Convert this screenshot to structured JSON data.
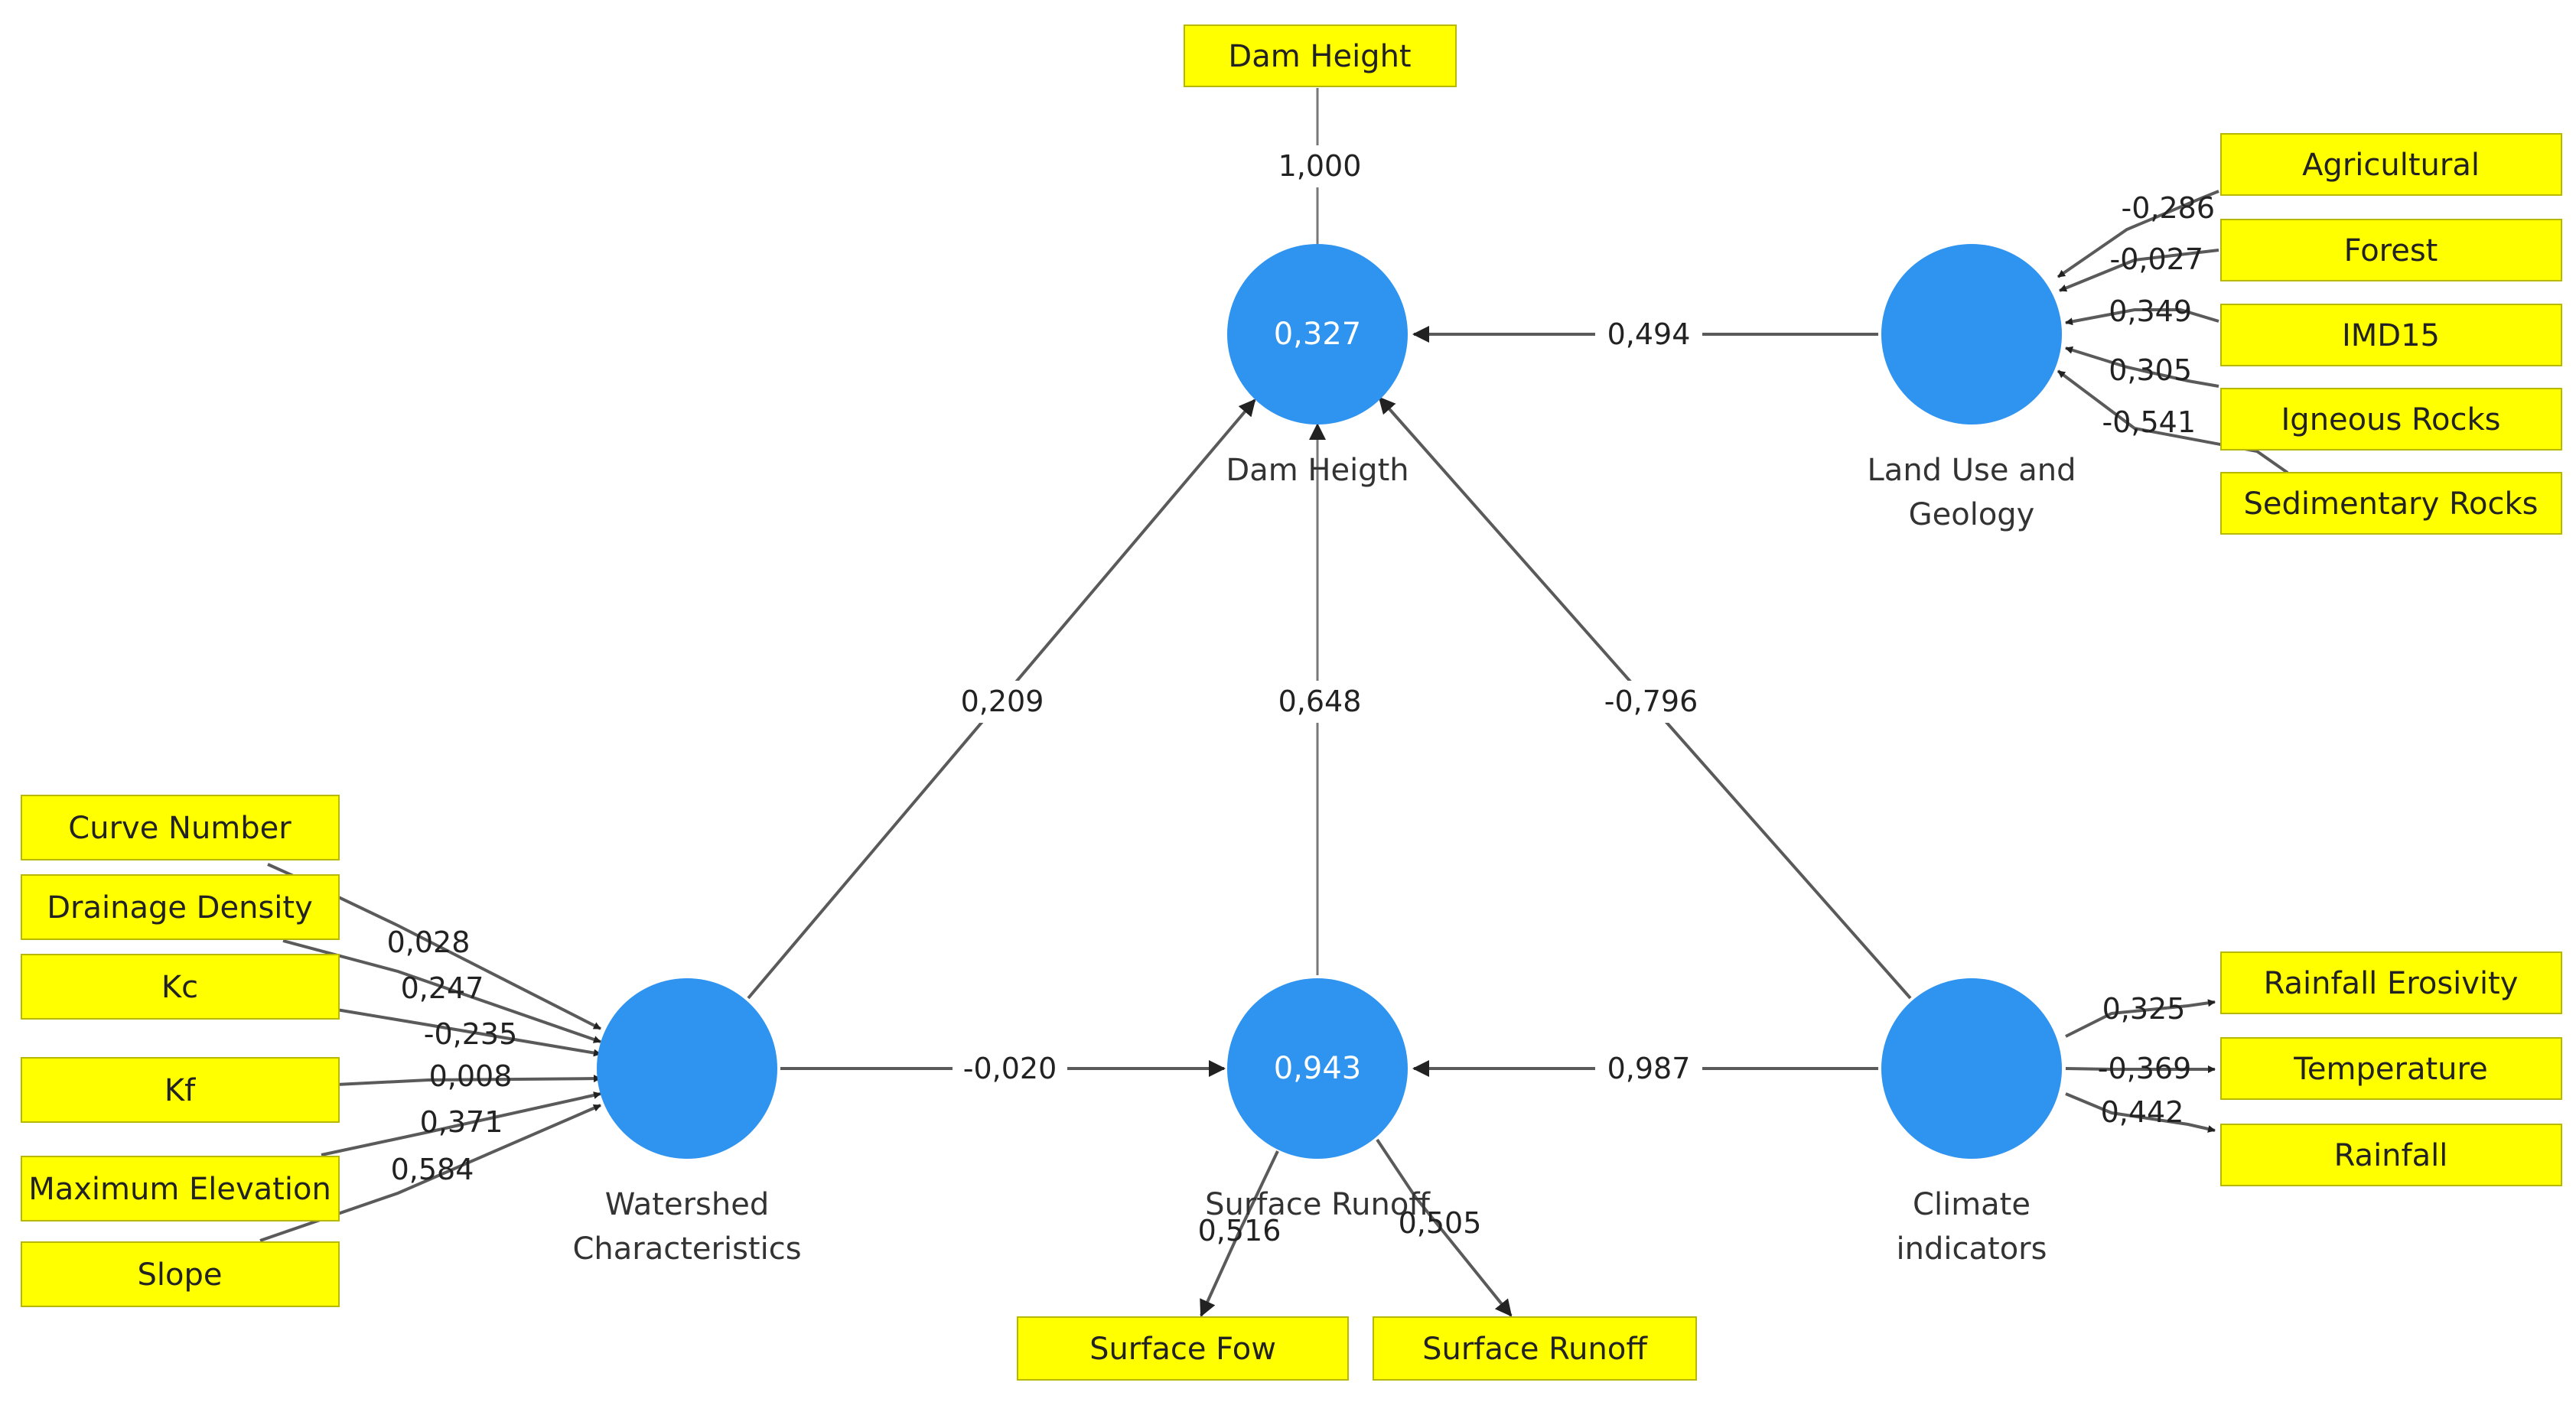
{
  "colors": {
    "node": "#2f93f0",
    "indicator": "#ffff00",
    "edge": "#5a5a5a"
  },
  "latent": {
    "dam": {
      "value": "0,327",
      "label": [
        "Dam Heigth"
      ]
    },
    "land": {
      "value": "",
      "label": [
        "Land Use and",
        "Geology"
      ]
    },
    "water": {
      "value": "",
      "label": [
        "Watershed",
        "Characteristics"
      ]
    },
    "surf": {
      "value": "0,943",
      "label": [
        "Surface Runoff"
      ]
    },
    "clim": {
      "value": "",
      "label": [
        "Climate",
        "indicators"
      ]
    }
  },
  "indicators": {
    "dam_height": "Dam Height",
    "agricultural": "Agricultural",
    "forest": "Forest",
    "imd15": "IMD15",
    "igneous": "Igneous Rocks",
    "sedimentary": "Sedimentary Rocks",
    "curve_number": "Curve Number",
    "drainage": "Drainage Density",
    "kc": "Kc",
    "kf": "Kf",
    "max_elev": "Maximum Elevation",
    "slope": "Slope",
    "surface_fow": "Surface Fow",
    "surface_runoff": "Surface Runoff",
    "rain_erosivity": "Rainfall Erosivity",
    "temperature": "Temperature",
    "rainfall": "Rainfall"
  },
  "paths": {
    "land_dam": "0,494",
    "water_dam": "0,209",
    "surf_dam": "0,648",
    "clim_dam": "-0,796",
    "water_surf": "-0,020",
    "clim_surf": "0,987"
  },
  "weights": {
    "dam_height": "1,000",
    "agricultural": "-0,286",
    "forest": "-0,027",
    "imd15": "0,349",
    "igneous": "0,305",
    "sedimentary": "-0,541",
    "curve_number": "0,028",
    "drainage": "0,247",
    "kc": "-0,235",
    "kf": "0,008",
    "max_elev": "0,371",
    "slope": "0,584",
    "surface_fow": "0,516",
    "surface_runoff": "0,505",
    "rain_erosivity": "0,325",
    "temperature": "-0,369",
    "rainfall": "0,442"
  }
}
